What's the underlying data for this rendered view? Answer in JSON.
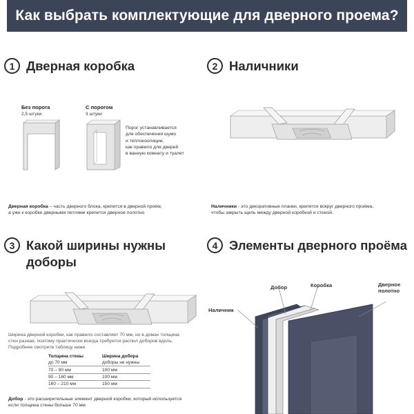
{
  "header": {
    "title": "Как выбрать комплектующие для дверного проема?"
  },
  "sections": [
    {
      "number": "1",
      "title": "Дверная коробка"
    },
    {
      "number": "2",
      "title": "Наличники"
    },
    {
      "number": "3",
      "title_line1": "Какой ширины нужны",
      "title_line2": "доборы"
    },
    {
      "number": "4",
      "title": "Элементы дверного проёма"
    }
  ],
  "frame": {
    "no_threshold_label": "Без порога",
    "no_threshold_count": "2,5 штуки",
    "with_threshold_label": "С порогом",
    "with_threshold_count": "3 штуки",
    "threshold_note": [
      "Порог устанавливается",
      "для обеспечения шумо",
      "и теплоизоляции,",
      "как правило для дверей",
      "в ванную комнату и туалет"
    ],
    "desc_term": "Дверная коробка",
    "desc_line1": " – часть дверного блока, крепится в дверной проём,",
    "desc_line2": "а уже к коробке дверными петлями крепится дверное полотно"
  },
  "casing": {
    "desc_term": "Наличники",
    "desc_line1": " - это декоративные планки, крепятся вокруг дверного проёма,",
    "desc_line2": "чтобы закрыть щель между дверной коробкой и стеной."
  },
  "extensions": {
    "intro": [
      "Ширина дверной коробки, как правило составляет 70 мм, но в домах толщина",
      "стен разная, поэтому практически всегда требуется распил доборов вдоль.",
      "Подробнее смотрите таблицу ниже"
    ],
    "table": {
      "headers": [
        "Толщина стены",
        "Ширина добора"
      ],
      "rows": [
        [
          "до 70 мм",
          "доборы не нужны"
        ],
        [
          "70 – 90 мм",
          "100 мм"
        ],
        [
          "90 – 160 мм",
          "100 мм"
        ],
        [
          "160 – 210 мм",
          "150 мм"
        ]
      ]
    },
    "desc_term": "Добор",
    "desc_line1": " - это расширительные элемент дверной коробки, который используется",
    "desc_line2": "если толщина стены больше  70 мм"
  },
  "elements": {
    "label_dobor": "Добор",
    "label_korobka": "Коробка",
    "label_door_line1": "Дверное",
    "label_door_line2": "полотно",
    "label_nalichnik": "Наличник"
  },
  "colors": {
    "header_bg": "#3c4457",
    "door": "#4a5166",
    "door_edge": "#2f3544",
    "line": "#8a8a8a"
  }
}
